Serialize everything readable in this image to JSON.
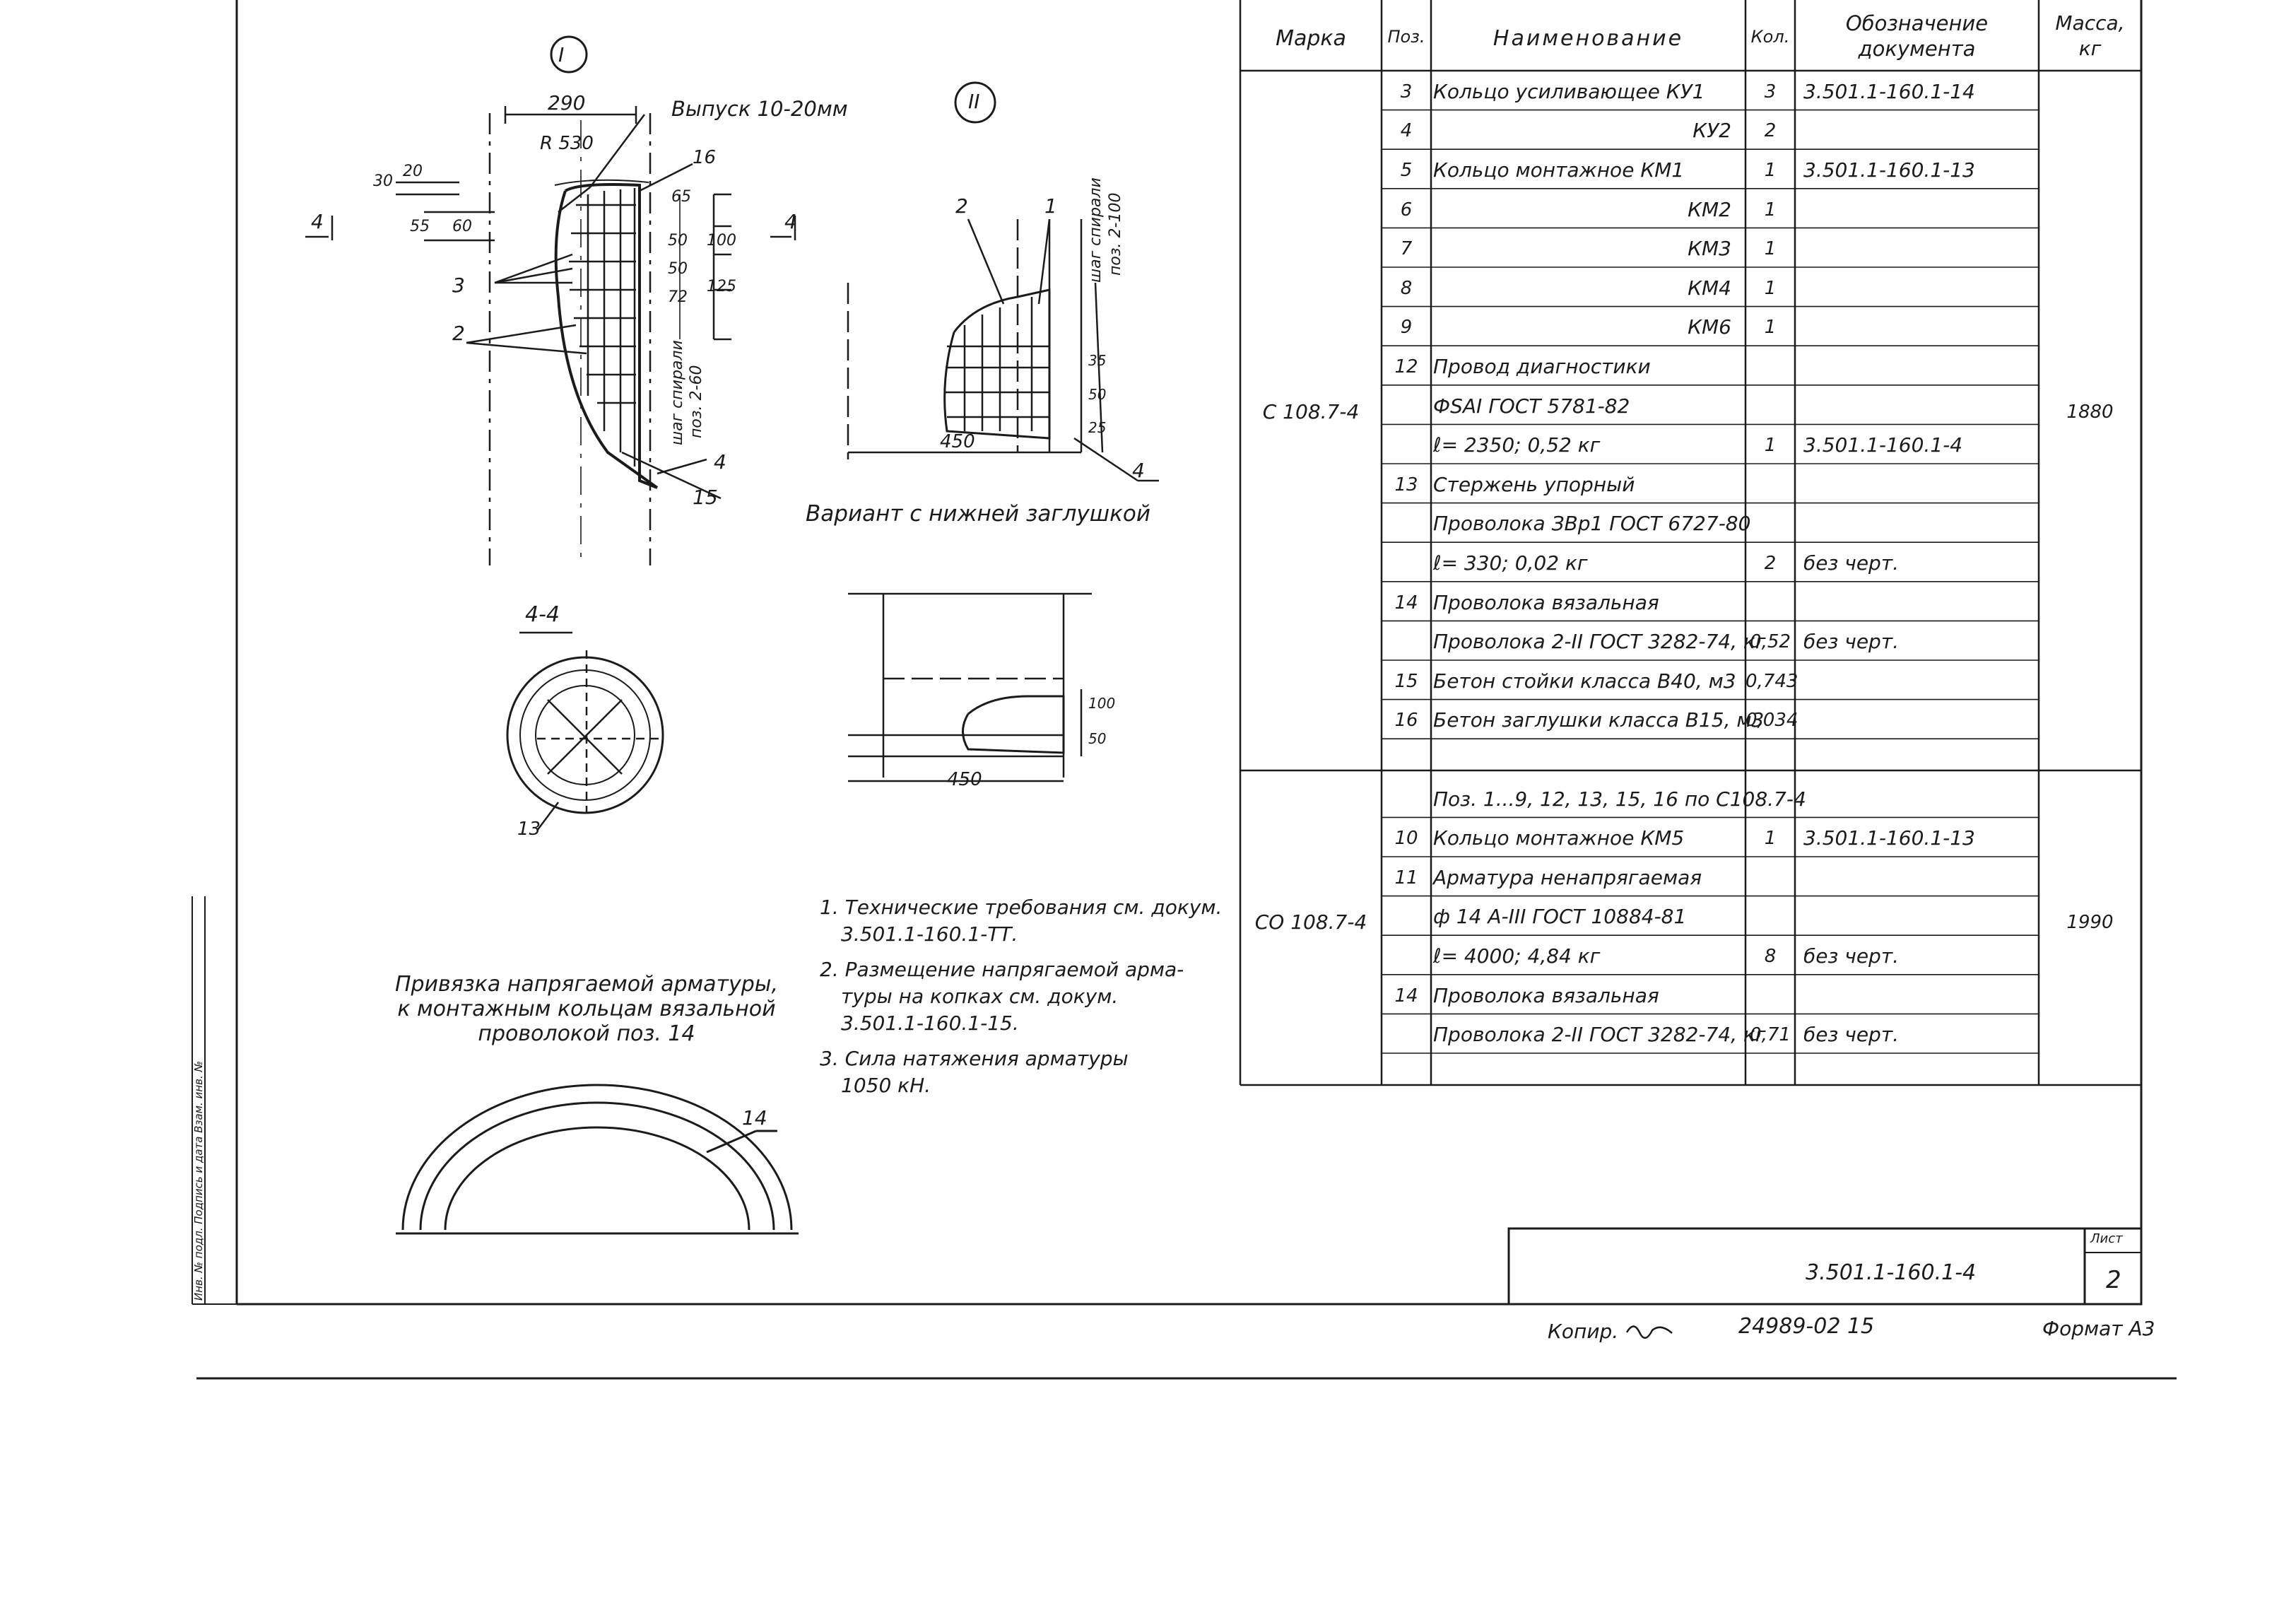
{
  "drawing": {
    "section_I_label": "I",
    "section_II_label": "II",
    "dim_290": "290",
    "outlet_note": "Выпуск 10-20мм",
    "r530": "R 530",
    "d16": "16",
    "d30": "30",
    "d20": "20",
    "d55": "55",
    "d60": "60",
    "d65": "65",
    "d50": "50",
    "d50b": "50",
    "d100": "100",
    "d125": "125",
    "d72": "72",
    "step_spiral_1": "шаг спирали",
    "step_spiral_2": "поз. 2-60",
    "step_spiral_3": "шаг спирали",
    "step_spiral_4": "поз. 2-100",
    "l4a": "4",
    "l4b": "4",
    "p3": "3",
    "p2": "2",
    "p4": "4",
    "p15": "15",
    "ii_p2": "2",
    "ii_p1": "1",
    "ii_450": "450",
    "ii_p4": "4",
    "ii_35": "35",
    "ii_50": "50",
    "ii_25": "25",
    "variant_caption": "Вариант с нижней заглушкой",
    "var_450": "450",
    "var_100": "100",
    "var_50": "50",
    "section44": "4-4",
    "p13": "13",
    "binding_caption_1": "Привязка напрягаемой арматуры,",
    "binding_caption_2": "к монтажным кольцам вязальной",
    "binding_caption_3": "проволокой поз. 14",
    "p14": "14"
  },
  "notes": [
    "1. Технические требования см. докум.",
    "3.501.1-160.1-ТТ.",
    "2. Размещение напрягаемой арма-",
    "туры на копках см. докум.",
    "3.501.1-160.1-15.",
    "3. Сила натяжения арматуры",
    "1050 кН."
  ],
  "spec_table": {
    "headers": [
      "Марка",
      "Поз.",
      "Наименование",
      "Кол.",
      "Обозначение документа",
      "Масса, кг"
    ],
    "rows": [
      [
        "",
        "3",
        "Кольцо усиливающее КУ1",
        "3",
        "3.501.1-160.1-14",
        ""
      ],
      [
        "",
        "4",
        "КУ2",
        "2",
        "",
        ""
      ],
      [
        "",
        "5",
        "Кольцо монтажное КМ1",
        "1",
        "3.501.1-160.1-13",
        ""
      ],
      [
        "",
        "6",
        "КМ2",
        "1",
        "",
        ""
      ],
      [
        "",
        "7",
        "КМ3",
        "1",
        "",
        ""
      ],
      [
        "",
        "8",
        "КМ4",
        "1",
        "",
        ""
      ],
      [
        "",
        "9",
        "КМ6",
        "1",
        "",
        ""
      ],
      [
        "",
        "12",
        "Провод диагностики",
        "",
        "",
        ""
      ],
      [
        "С 108.7-4",
        "",
        "ФSAI ГОСТ 5781-82",
        "",
        "",
        "1880"
      ],
      [
        "",
        "",
        "ℓ= 2350; 0,52 кг",
        "1",
        "3.501.1-160.1-4",
        ""
      ],
      [
        "",
        "13",
        "Стержень упорный",
        "",
        "",
        ""
      ],
      [
        "",
        "",
        "Проволока ЗВр1 ГОСТ 6727-80",
        "",
        "",
        ""
      ],
      [
        "",
        "",
        "ℓ= 330; 0,02 кг",
        "2",
        "без черт.",
        ""
      ],
      [
        "",
        "14",
        "Проволока вязальная",
        "",
        "",
        ""
      ],
      [
        "",
        "",
        "Проволока 2-II ГОСТ 3282-74, кг",
        "0,52",
        "без черт.",
        ""
      ],
      [
        "",
        "15",
        "Бетон стойки класса В40, м3",
        "0,743",
        "",
        ""
      ],
      [
        "",
        "16",
        "Бетон заглушки класса В15, м3",
        "0,034",
        "",
        ""
      ],
      [
        "",
        "",
        "",
        "",
        "",
        ""
      ],
      [
        "",
        "",
        "Поз. 1...9, 12, 13, 15, 16 по С108.7-4",
        "",
        "",
        ""
      ],
      [
        "",
        "10",
        "Кольцо монтажное КМ5",
        "1",
        "3.501.1-160.1-13",
        ""
      ],
      [
        "",
        "11",
        "Арматура ненапрягаемая",
        "",
        "",
        ""
      ],
      [
        "СО 108.7-4",
        "",
        "ф 14 А-III ГОСТ 10884-81",
        "",
        "",
        "1990"
      ],
      [
        "",
        "",
        "ℓ= 4000; 4,84 кг",
        "8",
        "без черт.",
        ""
      ],
      [
        "",
        "14",
        "Проволока вязальная",
        "",
        "",
        ""
      ],
      [
        "",
        "",
        "Проволока 2-II ГОСТ 3282-74, кг",
        "0,71",
        "без черт.",
        ""
      ],
      [
        "",
        "",
        "",
        "",
        "",
        ""
      ]
    ]
  },
  "title_block": {
    "doc_number": "3.501.1-160.1-4",
    "sheet_label": "Лист",
    "sheet_number": "2"
  },
  "footer": {
    "copied": "Копир. ",
    "order": "24989-02 15",
    "format": "Формат А3"
  },
  "margin_stamp": "Инв. № подл.   Подпись и дата   Взам. инв. №"
}
